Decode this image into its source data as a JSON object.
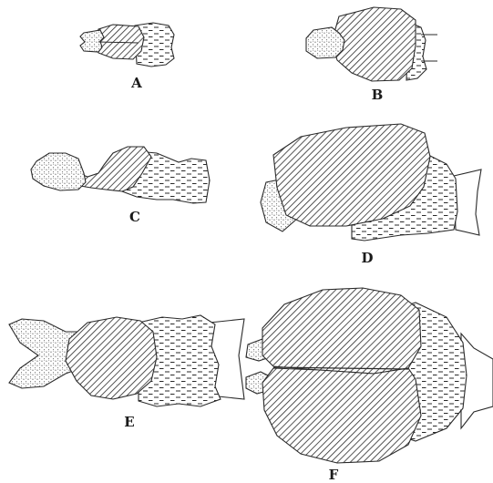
{
  "figure": {
    "panels": [
      {
        "id": "A",
        "label": "A"
      },
      {
        "id": "B",
        "label": "B"
      },
      {
        "id": "C",
        "label": "C"
      },
      {
        "id": "D",
        "label": "D"
      },
      {
        "id": "E",
        "label": "E"
      },
      {
        "id": "F",
        "label": "F"
      }
    ],
    "colors": {
      "ink": "#2a2a2a",
      "paper": "#ffffff"
    },
    "textures": [
      "stipple",
      "diagonal-hatch",
      "horizontal-dash"
    ]
  }
}
